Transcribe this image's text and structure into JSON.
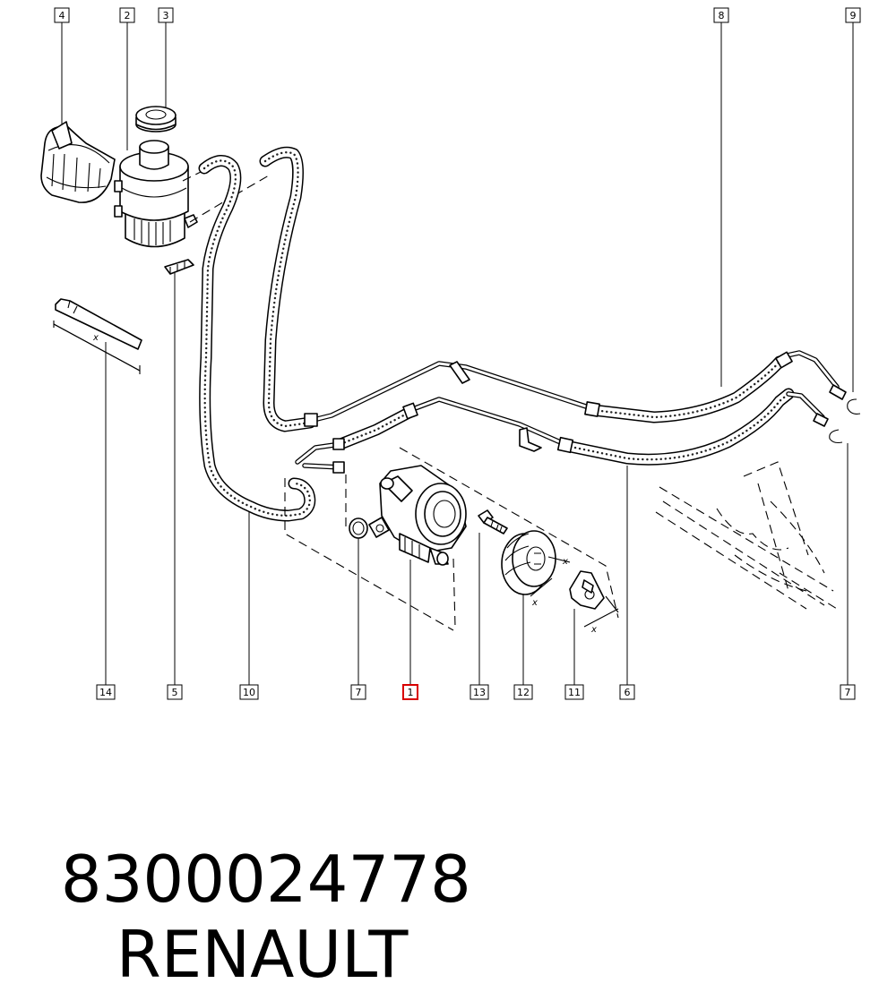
{
  "callouts": [
    {
      "id": "c4",
      "label": "4"
    },
    {
      "id": "c2",
      "label": "2"
    },
    {
      "id": "c3",
      "label": "3"
    },
    {
      "id": "c8",
      "label": "8"
    },
    {
      "id": "c9",
      "label": "9"
    },
    {
      "id": "c14",
      "label": "14"
    },
    {
      "id": "c5",
      "label": "5"
    },
    {
      "id": "c10",
      "label": "10"
    },
    {
      "id": "c7a",
      "label": "7"
    },
    {
      "id": "c1",
      "label": "1",
      "highlighted": true
    },
    {
      "id": "c13",
      "label": "13"
    },
    {
      "id": "c12",
      "label": "12"
    },
    {
      "id": "c11",
      "label": "11"
    },
    {
      "id": "c6",
      "label": "6"
    },
    {
      "id": "c7b",
      "label": "7"
    }
  ],
  "dimension_labels": [
    "x",
    "x",
    "x",
    "x"
  ],
  "highlight_color": "#d80000",
  "footer": {
    "part_number": "8300024778",
    "brand": "RENAULT"
  }
}
